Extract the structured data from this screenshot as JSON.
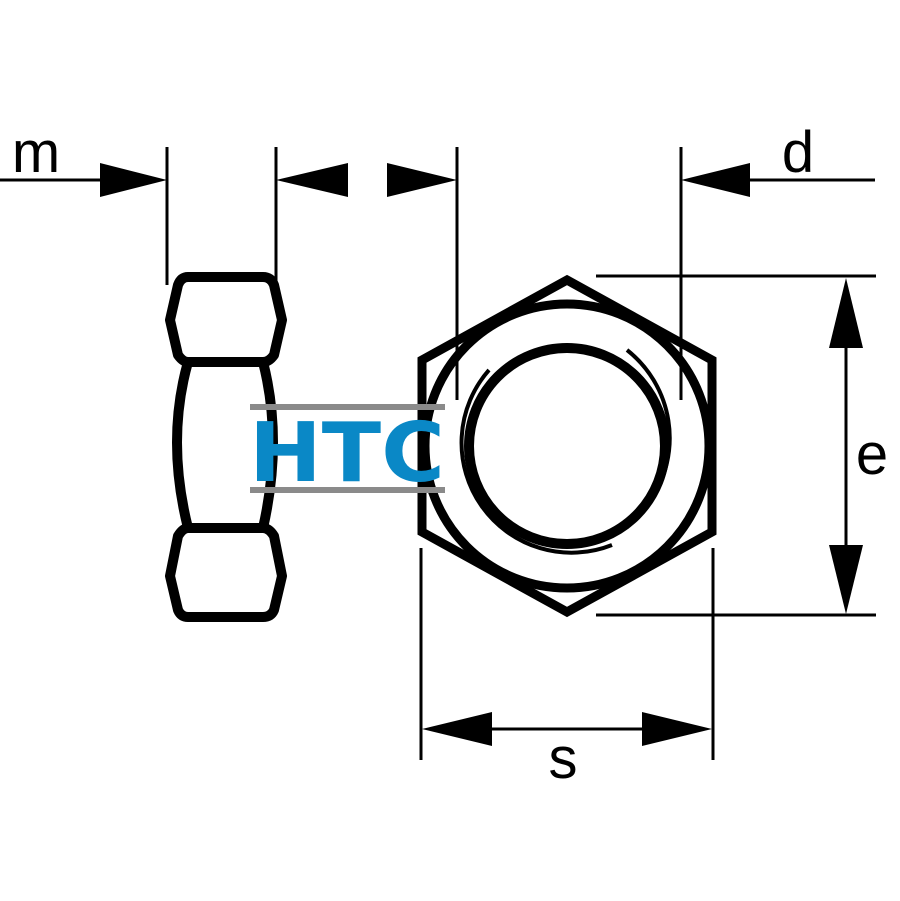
{
  "diagram": {
    "labels": {
      "m": "m",
      "d": "d",
      "e": "e",
      "s": "s"
    },
    "logo": {
      "text": "HTC",
      "color": "#0a88c6",
      "bar_color": "#8a8a8a"
    },
    "colors": {
      "stroke": "#000000",
      "background": "#ffffff"
    }
  }
}
